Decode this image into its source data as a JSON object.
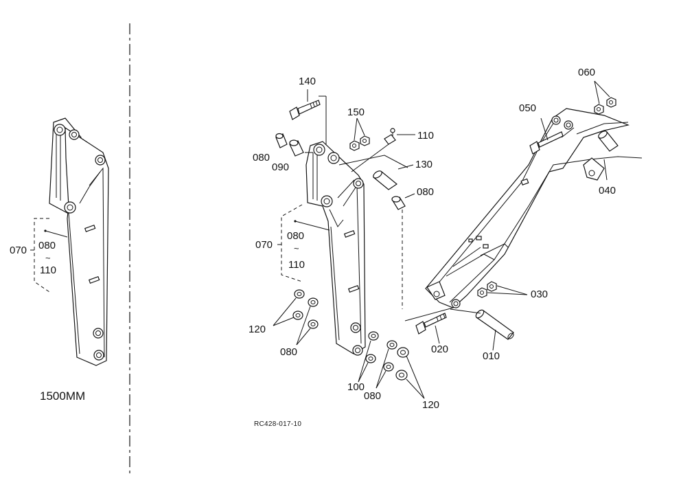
{
  "variant_label": "1500MM",
  "drawing_code": "RC428-017-10",
  "left_view": {
    "group_label": "070",
    "range_start": "080",
    "range_tilde": "~",
    "range_end": "110"
  },
  "right_view": {
    "group_label": "070",
    "range_start": "080",
    "range_tilde": "~",
    "range_end": "110"
  },
  "callouts": {
    "p140": "140",
    "p150": "150",
    "p110": "110",
    "p130": "130",
    "p080_a": "080",
    "p090": "090",
    "p080_b": "080",
    "p120_a": "120",
    "p080_c": "080",
    "p100": "100",
    "p080_d": "080",
    "p120_b": "120",
    "p060": "060",
    "p050": "050",
    "p040": "040",
    "p030": "030",
    "p020": "020",
    "p010": "010"
  }
}
